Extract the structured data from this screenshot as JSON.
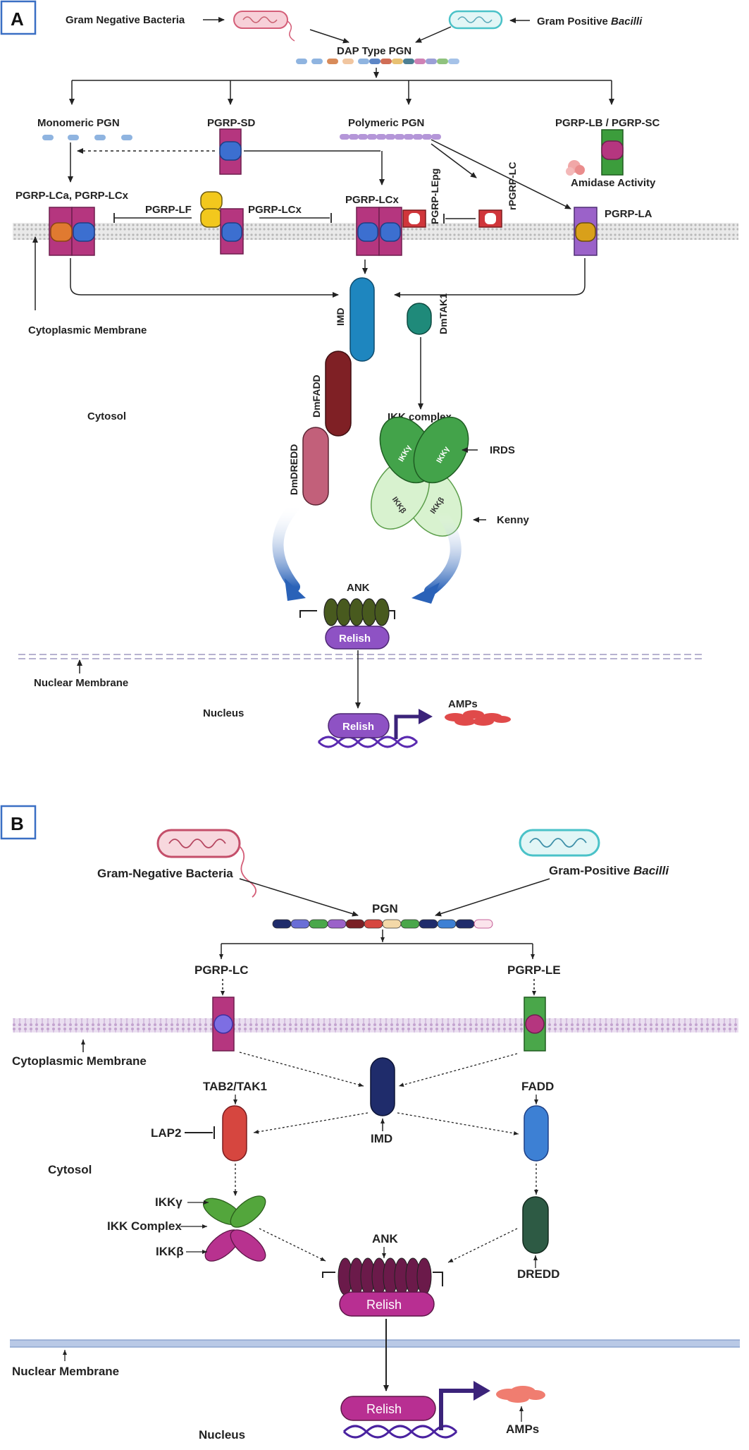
{
  "panel_a": {
    "letter": "A",
    "gram_negative": "Gram Negative Bacteria",
    "gram_positive_prefix": "Gram Positive ",
    "gram_positive_italic": "Bacilli",
    "dap_pgn": "DAP Type PGN",
    "monomeric_pgn": "Monomeric PGN",
    "pgrp_sd": "PGRP-SD",
    "polymeric_pgn": "Polymeric PGN",
    "pgrp_lb_sc": "PGRP-LB / PGRP-SC",
    "amidase": "Amidase Activity",
    "pgrp_lca_lcx": "PGRP-LCa, PGRP-LCx",
    "pgrp_lf": "PGRP-LF",
    "pgrp_lcx_inhib": "PGRP-LCx",
    "pgrp_lcx": "PGRP-LCx",
    "pgrp_lepg": "PGRP-LEpg",
    "rpgrp_lc": "rPGRP-LC",
    "pgrp_la": "PGRP-LA",
    "cyto_membrane": "Cytoplasmic Membrane",
    "imd": "IMD",
    "dmtak1": "DmTAK1",
    "dmfadd": "DmFADD",
    "cytosol": "Cytosol",
    "ikk_complex": "IKK complex",
    "ikk_gamma": "IKKγ",
    "ikk_beta": "IKKβ",
    "irds": "IRDS",
    "kenny": "Kenny",
    "dmdredd": "DmDREDD",
    "ank": "ANK",
    "relish": "Relish",
    "nuclear_membrane": "Nuclear Membrane",
    "nucleus": "Nucleus",
    "amps": "AMPs"
  },
  "panel_b": {
    "letter": "B",
    "gram_negative": "Gram-Negative Bacteria",
    "gram_positive_prefix": "Gram-Positive ",
    "gram_positive_italic": "Bacilli",
    "pgn": "PGN",
    "pgrp_lc": "PGRP-LC",
    "pgrp_le": "PGRP-LE",
    "cyto_membrane": "Cytoplasmic Membrane",
    "tab2_tak1": "TAB2/TAK1",
    "fadd": "FADD",
    "lap2": "LAP2",
    "imd": "IMD",
    "cytosol": "Cytosol",
    "ikk_gamma": "IKKγ",
    "ikk_complex": "IKK Complex",
    "ikk_beta": "IKKβ",
    "ank": "ANK",
    "dredd": "DREDD",
    "relish": "Relish",
    "nuclear_membrane": "Nuclear Membrane",
    "nucleus": "Nucleus",
    "amps": "AMPs"
  },
  "colors": {
    "panel_border": "#3a6fc4",
    "magenta_receptor": "#b5367f",
    "blue_domain": "#3c6fd0",
    "orange_domain": "#e07a30",
    "yellow_domain": "#f2c81d",
    "purple_receptor": "#9b62c9",
    "green_receptor": "#3c9d3c",
    "imd_a": "#1e86bf",
    "dmtak1": "#1f8a7a",
    "dmfadd": "#7f2025",
    "dmdredd": "#c2607a",
    "ikk_gamma_a": "#43a34a",
    "ikk_beta_a": "#d8f2cf",
    "ank_a": "#485a1e",
    "relish_a": "#8e52c4",
    "amps": "#e04a4a",
    "imd_b": "#1f2c6b",
    "tak1_b": "#d6463f",
    "fadd_b": "#3d80d4",
    "dredd_b": "#2d5a44",
    "ikk_gamma_b": "#53a63c",
    "ikk_beta_b": "#b8328f",
    "ank_b": "#6b1a4a",
    "relish_b": "#b82f92",
    "dna_b": "#4a22a0",
    "arrow_b": "#3b237a"
  }
}
